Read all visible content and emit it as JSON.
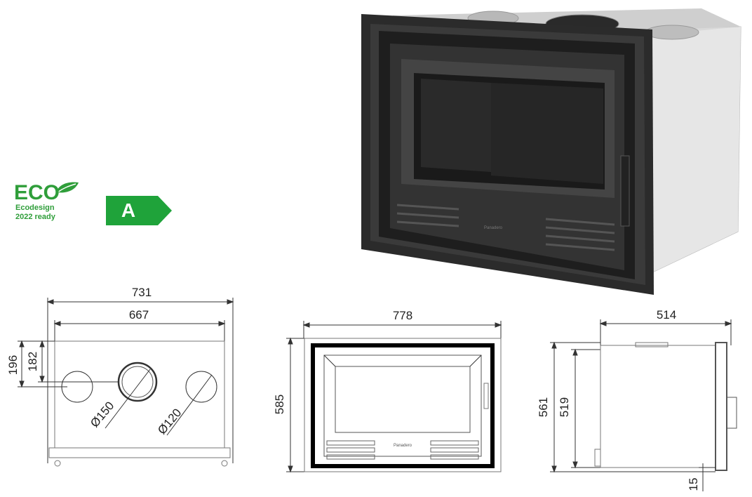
{
  "badges": {
    "eco_title": "ECO",
    "eco_line1": "Ecodesign",
    "eco_line2": "2022 ready",
    "energy_class": "A",
    "eco_color": "#2f9e3a",
    "energy_color": "#1fa33a"
  },
  "top_view": {
    "width_outer": "731",
    "width_inner": "667",
    "depth_total": "196",
    "depth_inner": "182",
    "diameter_center": "Ø150",
    "diameter_side": "Ø120"
  },
  "front_view": {
    "width": "778",
    "height": "585",
    "brand_text": "Panadero"
  },
  "side_view": {
    "depth": "514",
    "height_outer": "561",
    "height_inner": "519",
    "base_offset": "15"
  },
  "product_photo": {
    "brand_text": "Panadero"
  }
}
